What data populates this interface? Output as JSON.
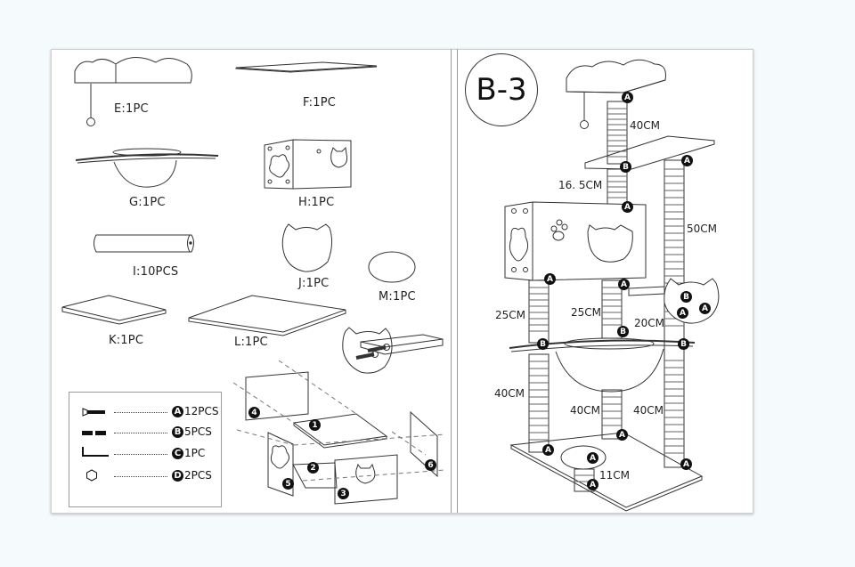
{
  "left_panel": {
    "parts": [
      {
        "id": "E",
        "label": "E:1PC"
      },
      {
        "id": "F",
        "label": "F:1PC"
      },
      {
        "id": "G",
        "label": "G:1PC"
      },
      {
        "id": "H",
        "label": "H:1PC"
      },
      {
        "id": "I",
        "label": "I:10PCS"
      },
      {
        "id": "J",
        "label": "J:1PC"
      },
      {
        "id": "M",
        "label": "M:1PC"
      },
      {
        "id": "K",
        "label": "K:1PC"
      },
      {
        "id": "L",
        "label": "L:1PC"
      }
    ],
    "hardware": [
      {
        "icon": "screw-icon",
        "letter": "A",
        "qty": "12PCS"
      },
      {
        "icon": "connector-bolt-icon",
        "letter": "B",
        "qty": "5PCS"
      },
      {
        "icon": "allen-key-icon",
        "letter": "C",
        "qty": "1PC"
      },
      {
        "icon": "hex-nut-icon",
        "letter": "D",
        "qty": "2PCS"
      }
    ],
    "box_assembly_steps": [
      "1",
      "2",
      "3",
      "4",
      "5",
      "6"
    ]
  },
  "right_panel": {
    "step_title": "B-3",
    "screw_labels": {
      "a": "A",
      "b": "B"
    },
    "dimensions": {
      "top_post": "40CM",
      "upper_short_post": "16. 5CM",
      "right_tall_post": "50CM",
      "left_mid_post": "25CM",
      "center_mid_post": "25CM",
      "side_post": "20CM",
      "left_bottom_post": "40CM",
      "center_bottom_post": "40CM",
      "right_bottom_post": "40CM",
      "small_post": "11CM"
    }
  }
}
